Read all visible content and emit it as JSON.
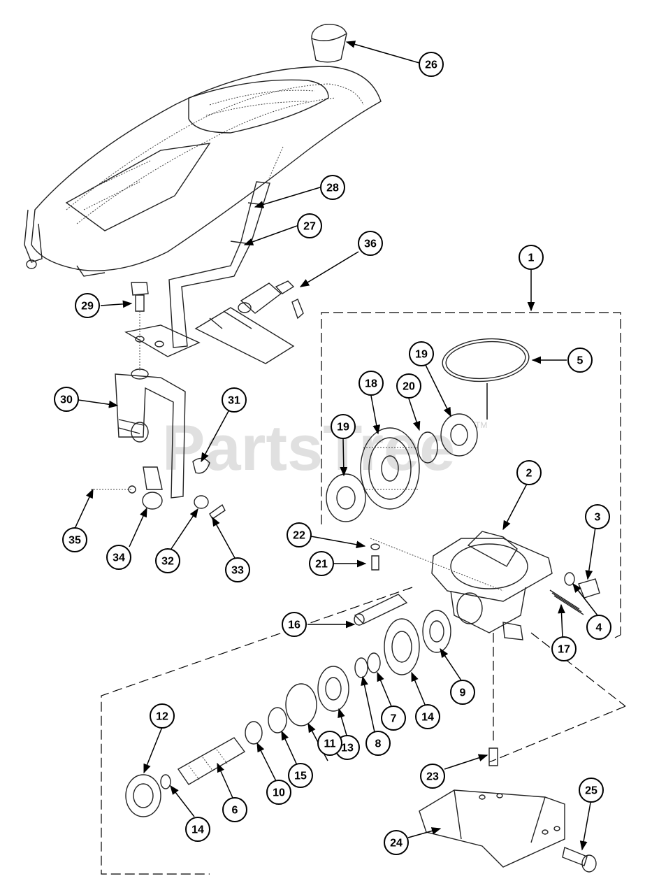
{
  "watermark": {
    "text": "PartsTree",
    "trademark": "TM"
  },
  "callouts": [
    "26",
    "28",
    "27",
    "36",
    "1",
    "29",
    "5",
    "19",
    "18",
    "20",
    "30",
    "31",
    "19",
    "2",
    "3",
    "22",
    "21",
    "35",
    "34",
    "32",
    "33",
    "4",
    "16",
    "17",
    "9",
    "12",
    "14",
    "7",
    "8",
    "13",
    "11",
    "15",
    "10",
    "6",
    "23",
    "25",
    "14",
    "24"
  ]
}
